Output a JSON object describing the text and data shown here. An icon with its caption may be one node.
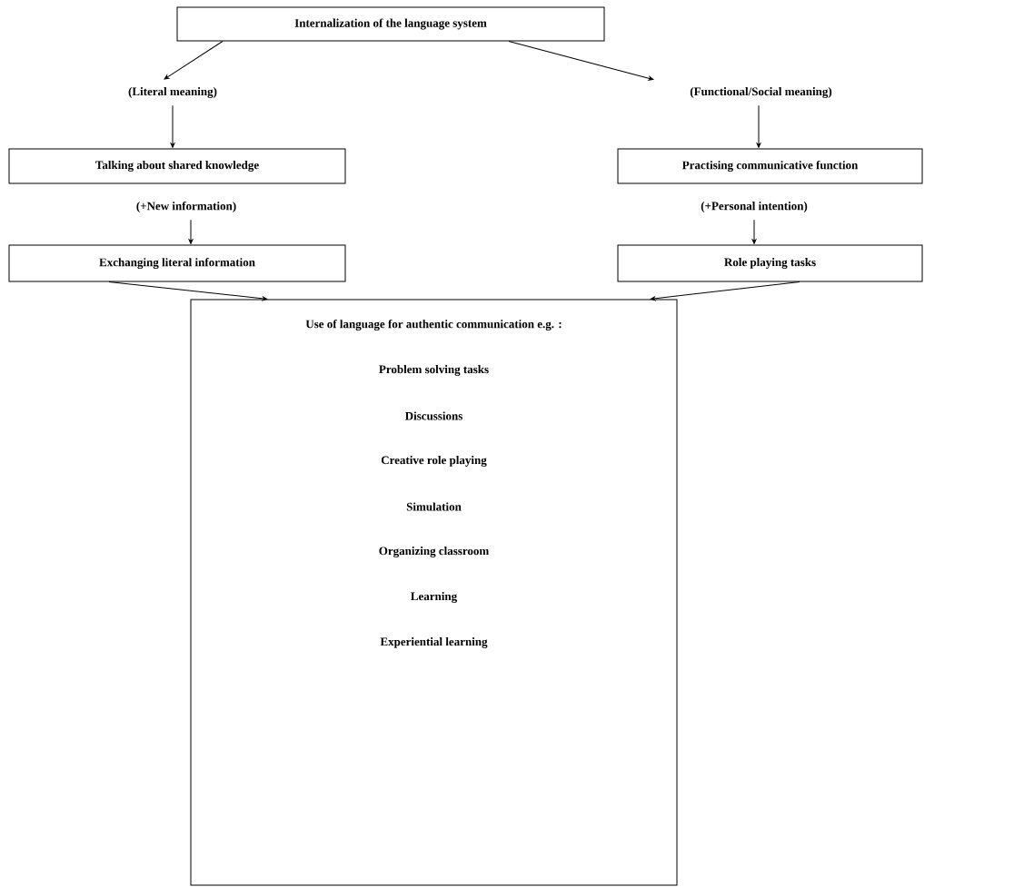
{
  "diagram": {
    "nodes": [
      {
        "text": [
          "Internalization of the language system"
        ]
      },
      {
        "text": [
          "(Literal meaning)"
        ]
      },
      {
        "text": [
          "(Functional/Social meaning)"
        ]
      },
      {
        "text": [
          "Talking about shared knowledge"
        ]
      },
      {
        "text": [
          "Practising communicative function"
        ]
      },
      {
        "text": [
          "(+New information)"
        ]
      },
      {
        "text": [
          "Exchanging literal information"
        ]
      },
      {
        "text": [
          "(+Personal intention)"
        ]
      },
      {
        "text": [
          "Role playing tasks"
        ]
      },
      {
        "text": [
          "Use of language for authentic communication e.g. :",
          "Problem solving tasks",
          "Discussions",
          "Creative role playing",
          "Simulation",
          "Organizing classroom",
          "Learning",
          "Experiential learning"
        ]
      }
    ],
    "edges": [
      {
        "from": 0,
        "to": 1,
        "arrow": "to"
      },
      {
        "from": 0,
        "to": 2,
        "arrow": "to"
      },
      {
        "from": 1,
        "to": 3,
        "arrow": "to"
      },
      {
        "from": 2,
        "to": 4,
        "arrow": "to"
      },
      {
        "from": 5,
        "to": 6,
        "arrow": "to"
      },
      {
        "from": 7,
        "to": 8,
        "arrow": "to"
      },
      {
        "from": 6,
        "to": 9,
        "arrow": "to"
      },
      {
        "from": 8,
        "to": 9,
        "arrow": "to"
      }
    ]
  }
}
